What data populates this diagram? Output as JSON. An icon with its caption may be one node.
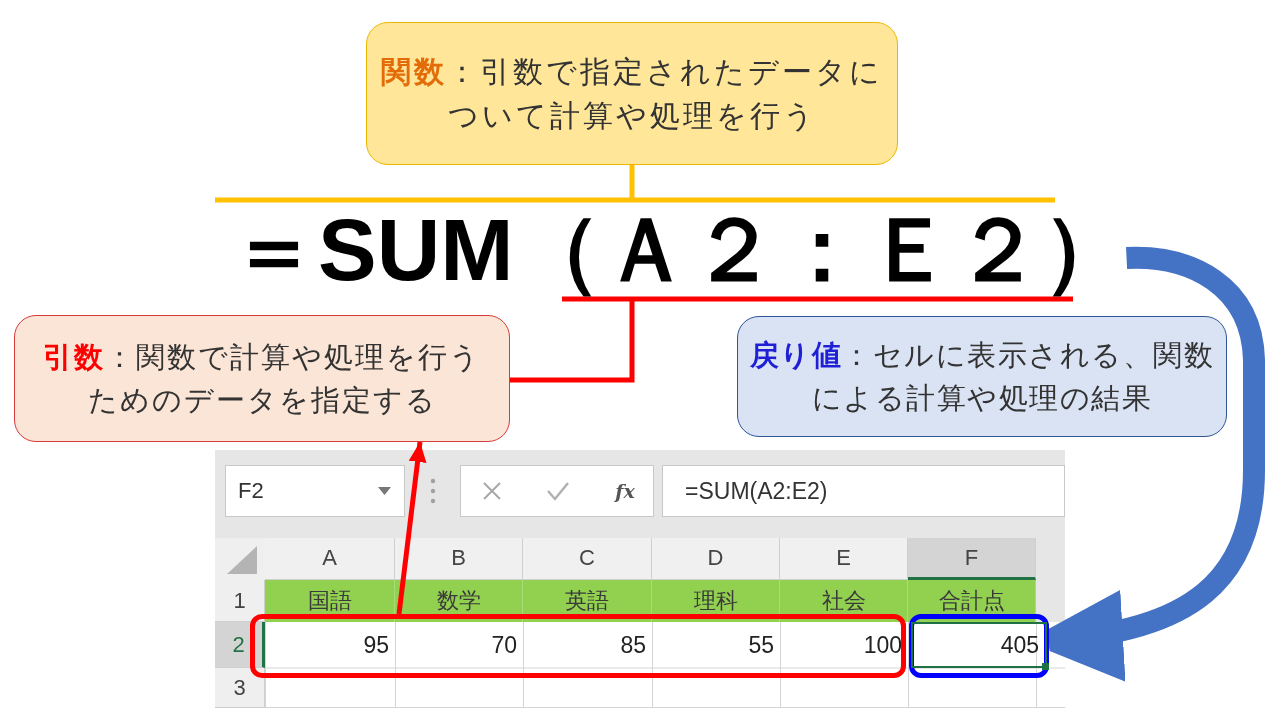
{
  "diagram": {
    "nodes": [
      {
        "text": [
          "**関数**：引数で指定されたデータについて計算や処理を行う"
        ]
      },
      {
        "text": [
          "＝SUM（Ａ２：Ｅ２）"
        ]
      },
      {
        "text": [
          "**引数**：関数で計算や処理を行うためのデータを指定する"
        ]
      },
      {
        "text": [
          "**戻り値**：セルに表示される、関数による計算や処理の結果"
        ]
      },
      {
        "text": [
          "95",
          "70",
          "85",
          "55",
          "100"
        ]
      },
      {
        "text": [
          "405"
        ]
      }
    ],
    "edges": [
      {
        "from": 0,
        "to": 1,
        "arrow": "none",
        "color": "#ffc000"
      },
      {
        "from": 2,
        "to": 1,
        "arrow": "none",
        "color": "#ff0000"
      },
      {
        "from": 4,
        "to": 2,
        "arrow": "to",
        "color": "#ff0000"
      },
      {
        "from": 1,
        "to": 5,
        "arrow": "to",
        "style": "thick",
        "color": "#4472c4"
      }
    ],
    "labels": [
      "F2",
      "fx",
      "=SUM(A2:E2)",
      "A",
      "B",
      "C",
      "D",
      "E",
      "F",
      "1",
      "国語",
      "数学",
      "英語",
      "理科",
      "社会",
      "合計点",
      "2",
      "3"
    ]
  }
}
